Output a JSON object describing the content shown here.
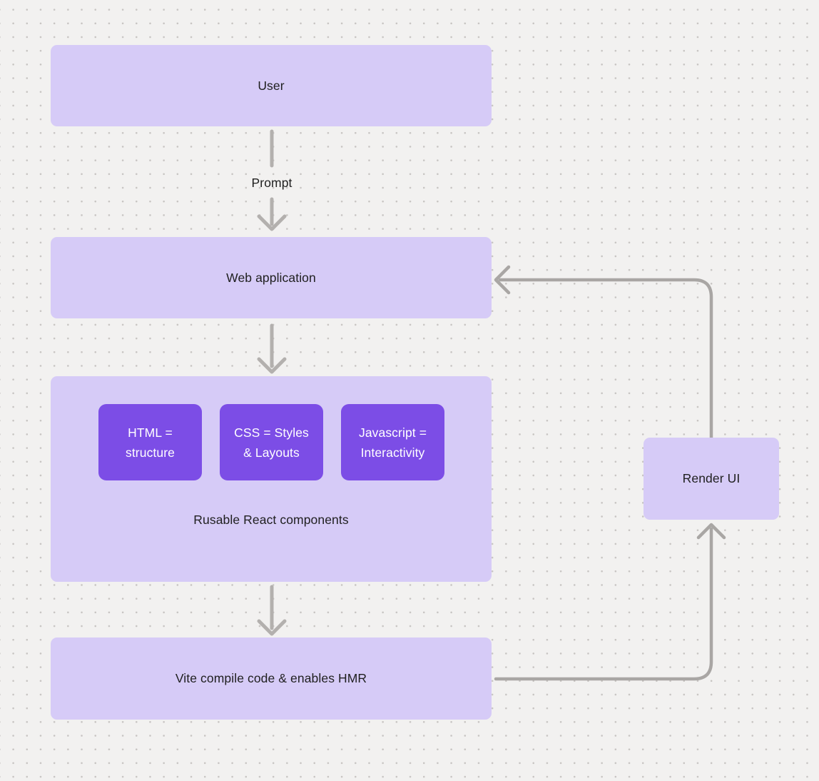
{
  "diagram": {
    "nodes": {
      "user": {
        "label": "User"
      },
      "web_application": {
        "label": "Web application"
      },
      "components_group": {
        "caption": "Rusable React components",
        "items": [
          {
            "label": "HTML = structure"
          },
          {
            "label": "CSS = Styles & Layouts"
          },
          {
            "label": "Javascript = Interactivity"
          }
        ]
      },
      "vite": {
        "label": "Vite compile code & enables HMR"
      },
      "render_ui": {
        "label": "Render UI"
      }
    },
    "edges": {
      "prompt_label": "Prompt"
    },
    "colors": {
      "canvas_background": "#f2f1f0",
      "dot_grid": "#c7c4c2",
      "node_fill": "#d6cbf7",
      "chip_fill": "#7c4de6",
      "chip_text": "#ffffff",
      "label_text": "#1f1f1f",
      "connector": "#a9a6a4"
    }
  }
}
